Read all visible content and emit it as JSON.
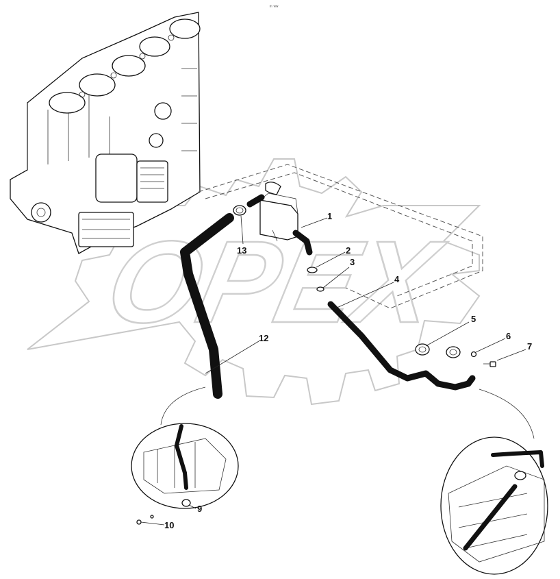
{
  "header_mark": "ᵐ ʷʷ",
  "watermark": "OPEX",
  "callouts": [
    {
      "id": "1",
      "label": "1"
    },
    {
      "id": "2",
      "label": "2"
    },
    {
      "id": "3",
      "label": "3"
    },
    {
      "id": "4",
      "label": "4"
    },
    {
      "id": "5",
      "label": "5"
    },
    {
      "id": "6",
      "label": "6"
    },
    {
      "id": "7",
      "label": "7"
    },
    {
      "id": "9",
      "label": "9"
    },
    {
      "id": "10",
      "label": "10"
    },
    {
      "id": "12",
      "label": "12"
    },
    {
      "id": "13",
      "label": "13"
    }
  ],
  "colors": {
    "line": "#111111",
    "watermark": "#c8c8c8",
    "background": "#ffffff"
  }
}
